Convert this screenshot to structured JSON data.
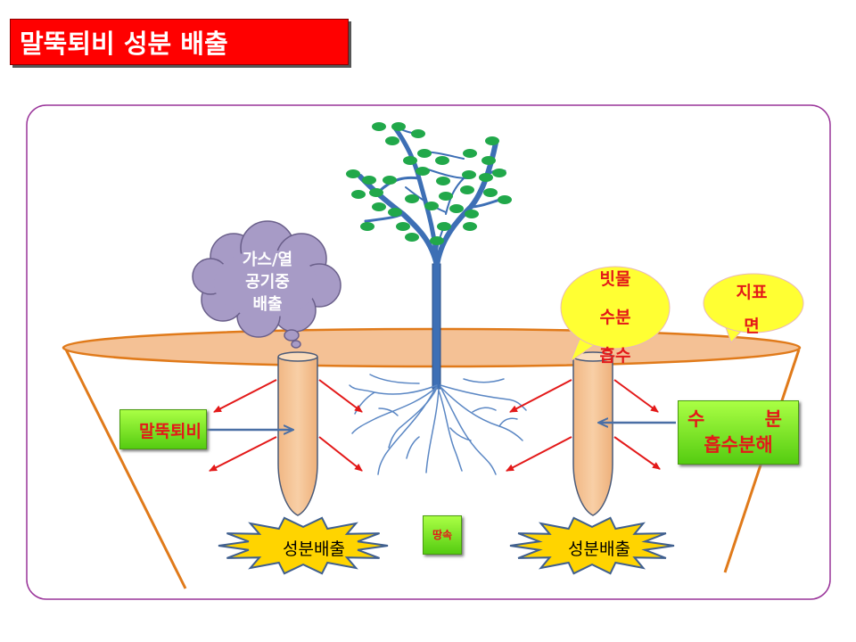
{
  "title": "말뚝퇴비 성분 배출",
  "cloud": {
    "line1": "가스/열",
    "line2": "공기중",
    "line3": "배출"
  },
  "bubble_water": {
    "line1": "빗물",
    "line2": "수분",
    "line3": "흡수"
  },
  "bubble_surface": {
    "line1": "지표",
    "line2": "면"
  },
  "left_box": "말뚝퇴비",
  "right_box": {
    "line1_a": "수",
    "line1_b": "분",
    "line2": "흡수분해"
  },
  "burst_left": "성분배출",
  "burst_right": "성분배출",
  "ground_label": "땅속",
  "colors": {
    "title_bg": "#ff0000",
    "soil": "#f4c195",
    "pot_outline": "#e07a1a",
    "frame": "#993399",
    "arrow": "#e31919",
    "leaf": "#21a84a",
    "branch": "#3d6fb5",
    "cloud": "#a79bc6",
    "bubble": "#ffff33",
    "green_box": "#7fe026",
    "burst": "#ffd400"
  }
}
